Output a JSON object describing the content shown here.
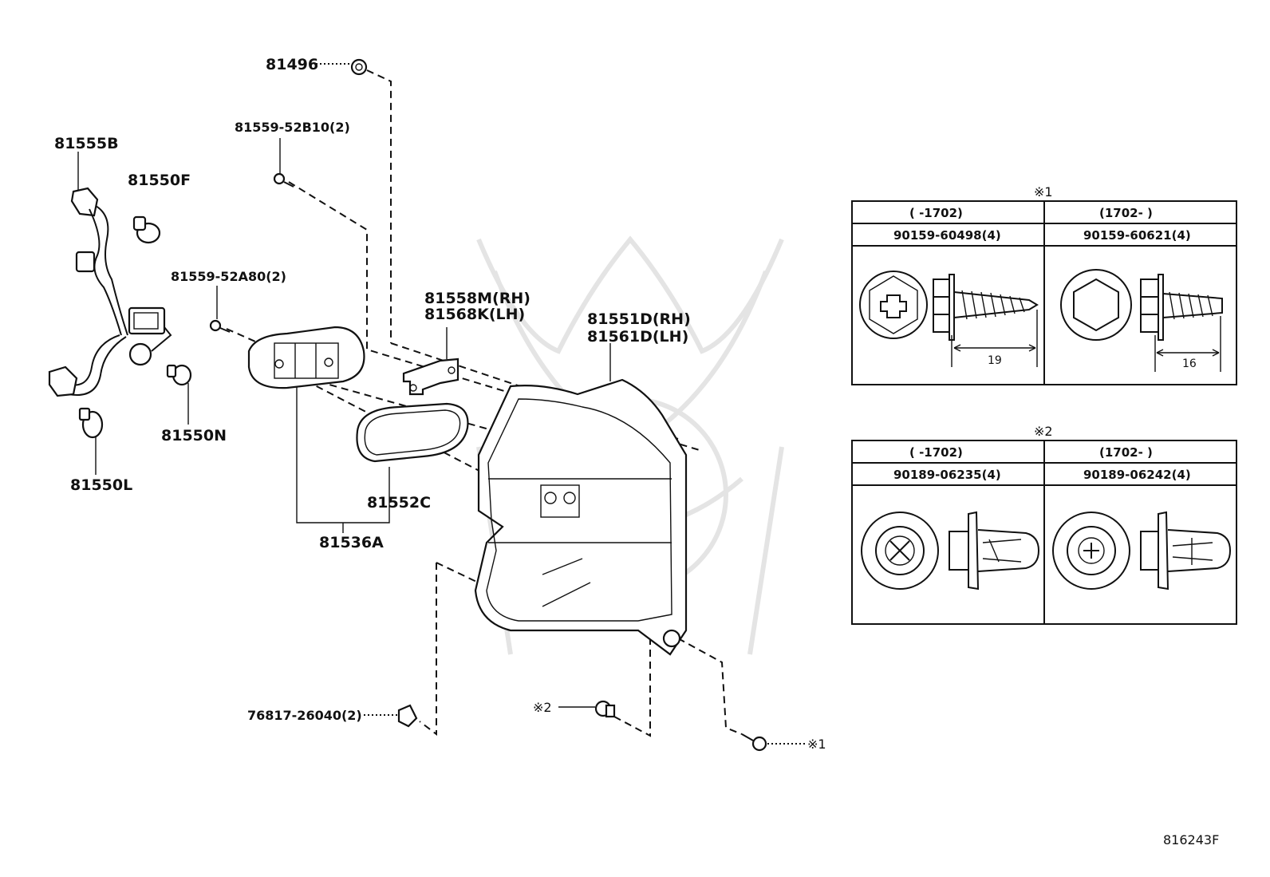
{
  "labels": {
    "p81496": "81496",
    "p81559_52b10": "81559-52B10(2)",
    "p81555b": "81555B",
    "p81550f": "81550F",
    "p81559_52a80": "81559-52A80(2)",
    "p81558m": "81558M(RH)",
    "p81568k": "81568K(LH)",
    "p81551d": "81551D(RH)",
    "p81561d": "81561D(LH)",
    "p81550n": "81550N",
    "p81550l": "81550L",
    "p81552c": "81552C",
    "p81536a": "81536A",
    "p76817": "76817-26040(2)",
    "ref2": "※2",
    "ref1": "※1"
  },
  "table1": {
    "mark": "※1",
    "col1_period": "(      -1702)",
    "col2_period": "(1702-       )",
    "col1_part": "90159-60498(4)",
    "col2_part": "90159-60621(4)",
    "col1_dim": "19",
    "col2_dim": "16"
  },
  "table2": {
    "mark": "※2",
    "col1_period": "(      -1702)",
    "col2_period": "(1702-       )",
    "col1_part": "90189-06235(4)",
    "col2_part": "90189-06242(4)"
  },
  "diagram_code": "816243F"
}
